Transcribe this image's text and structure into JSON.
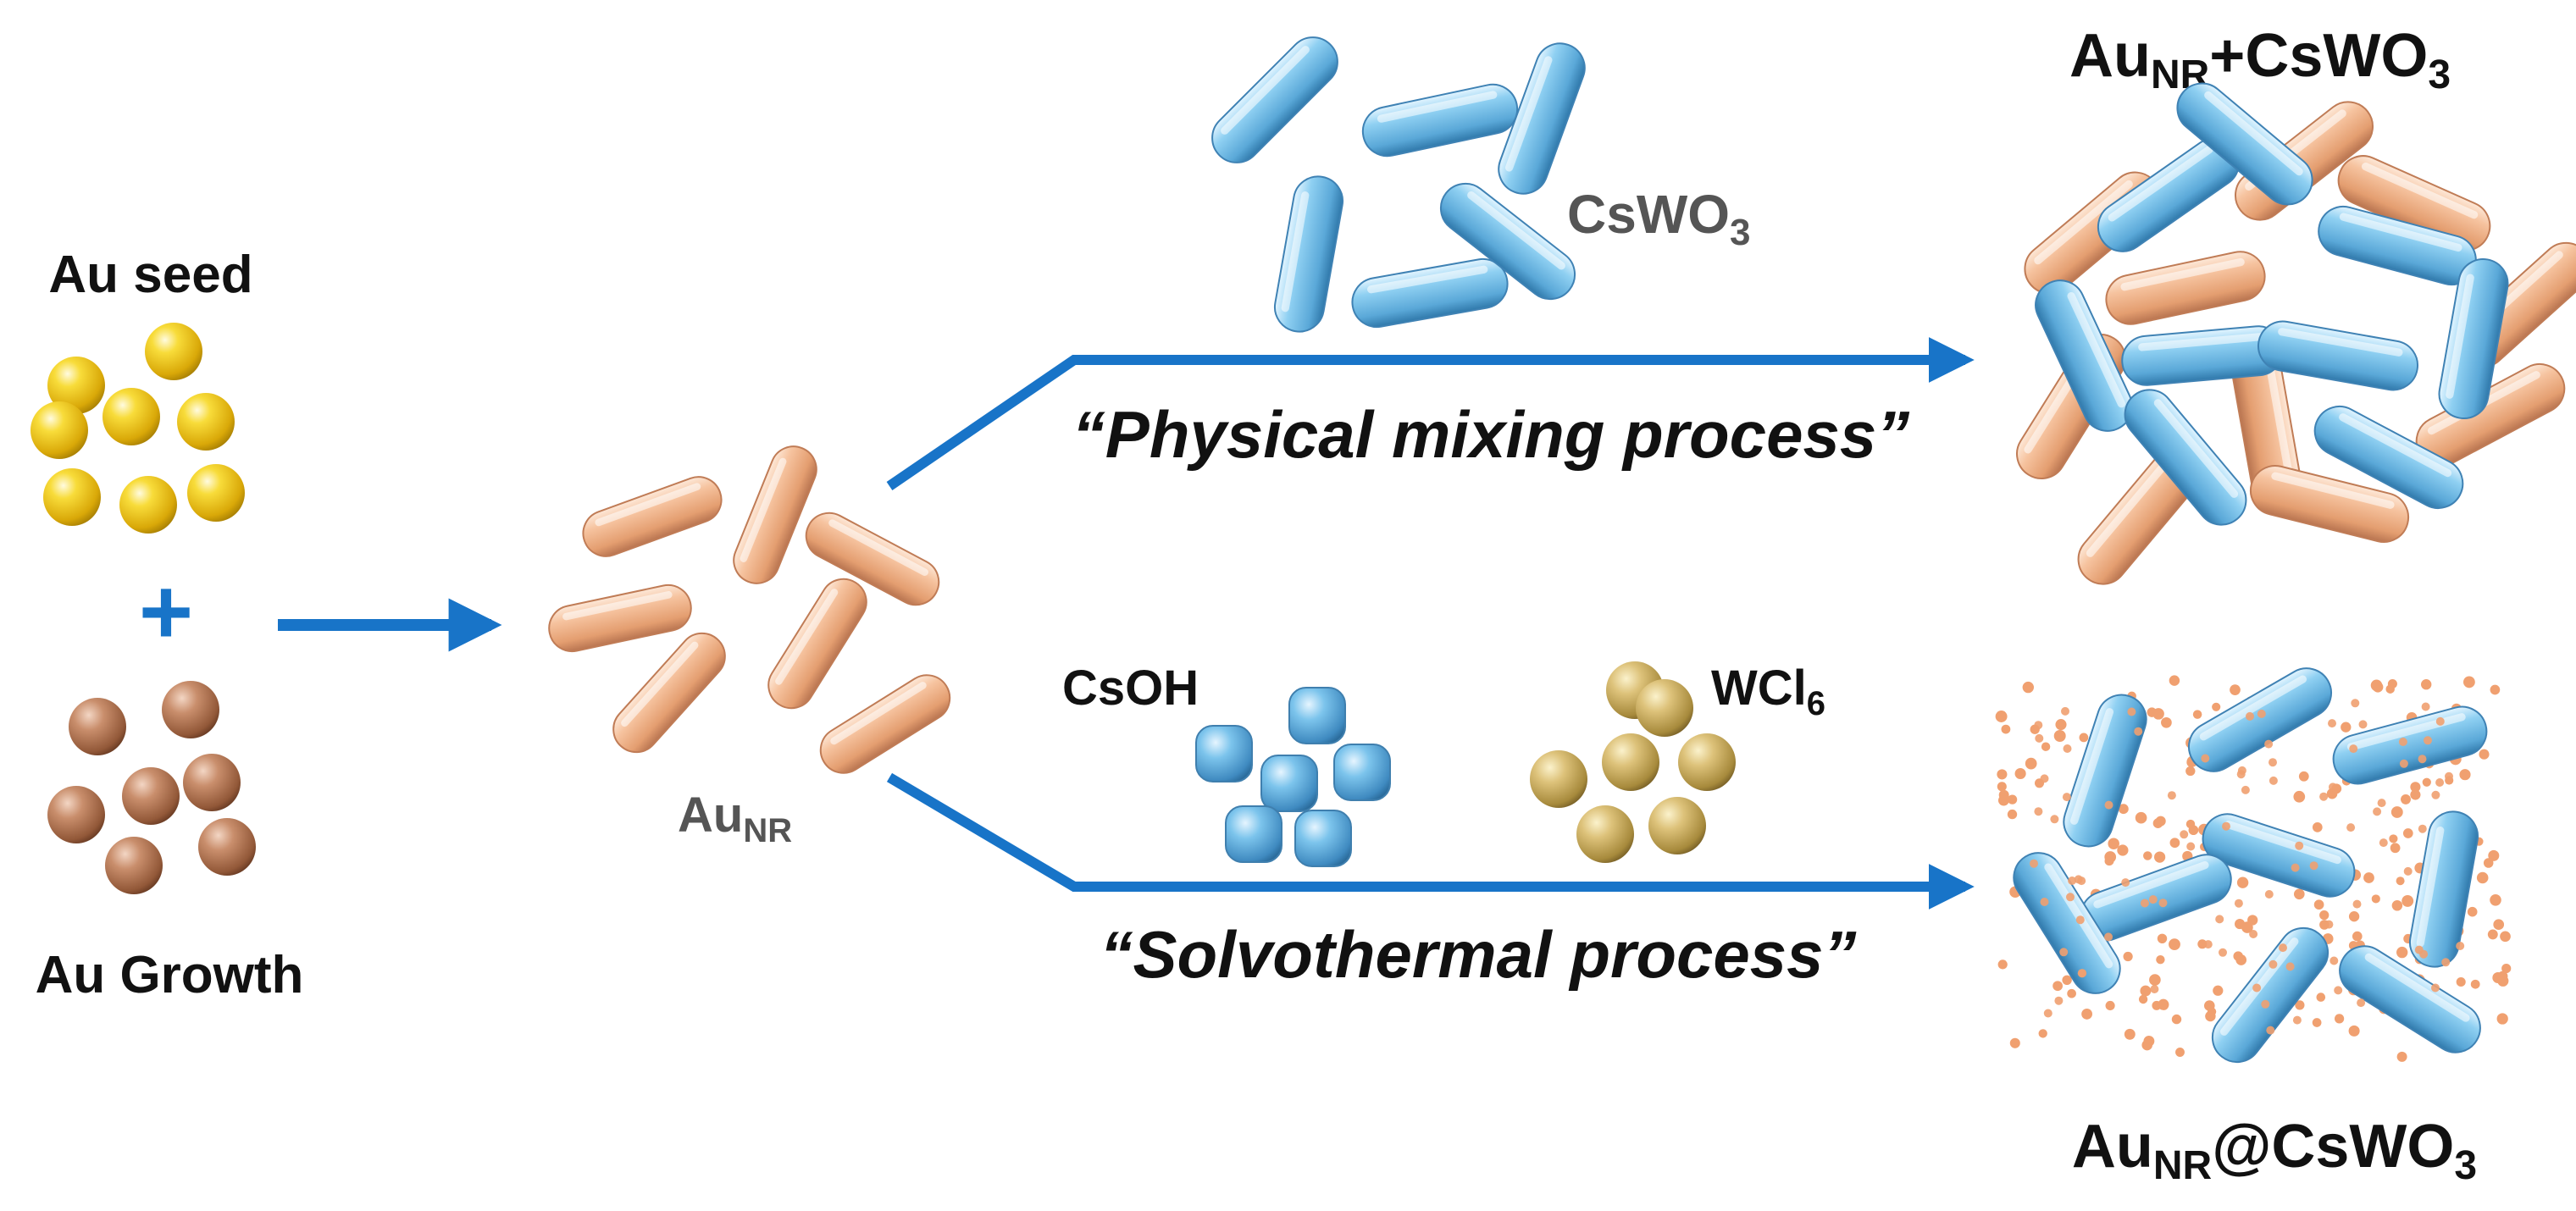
{
  "labels": {
    "au_seed": "Au seed",
    "plus": "+",
    "au_growth": "Au Growth",
    "au_nr_base": "Au",
    "au_nr_sub": "NR",
    "cswo3_base": "CsWO",
    "cswo3_sub": "3",
    "csoh": "CsOH",
    "wcl6_base": "WCl",
    "wcl6_sub": "6",
    "physical_process": "“Physical mixing process”",
    "solvothermal_process": "“Solvothermal process”",
    "product_mix": {
      "a": "Au",
      "a_sub": "NR",
      "b": "+CsWO",
      "b_sub": "3"
    },
    "product_core": {
      "a": "Au",
      "a_sub": "NR",
      "b": "@CsWO",
      "b_sub": "3"
    }
  },
  "colors": {
    "arrow": "#1874c8",
    "gold_seed": "#f2cc14",
    "au_growth": "#c78a68",
    "au_nanorod": "#f4b48a",
    "cswo3_rod": "#7cc4ea",
    "csoh_particle": "#6fb6e2",
    "wcl6_particle": "#d8bd6a",
    "dots": "#f0a070"
  }
}
